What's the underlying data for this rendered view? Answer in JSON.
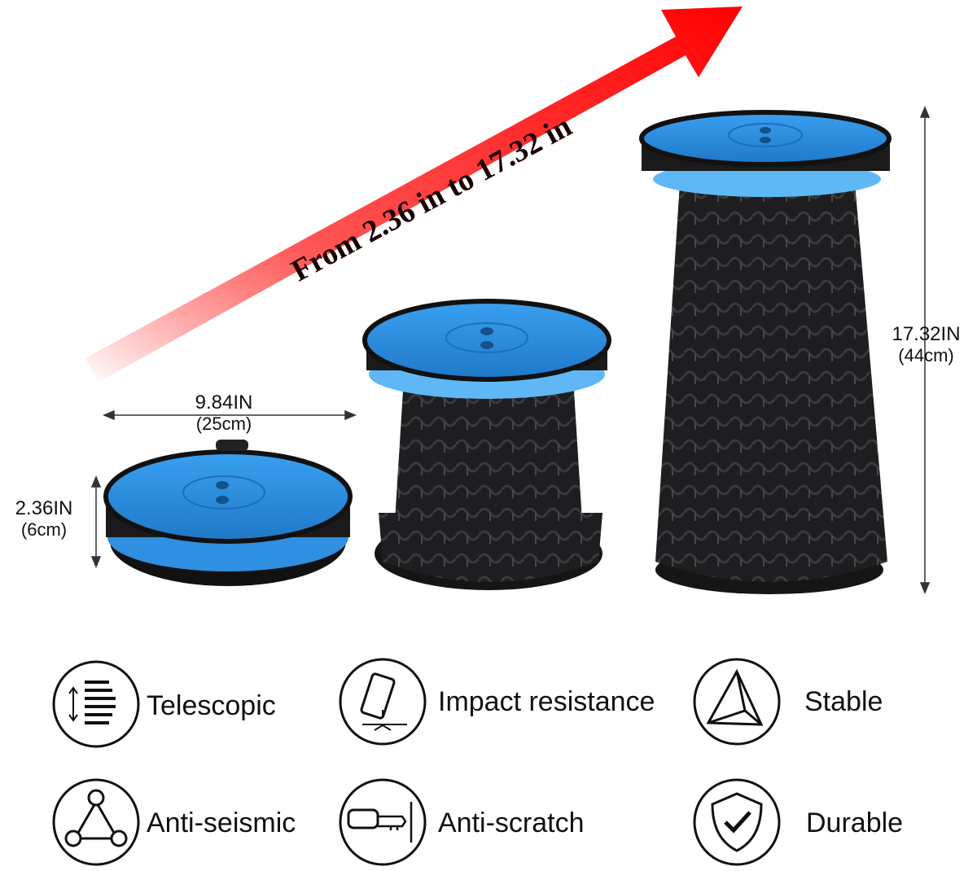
{
  "headline": "From 2.36 in to 17.32 in",
  "dimensions": {
    "width_in": "9.84IN",
    "width_cm": "(25cm)",
    "min_height_in": "2.36IN",
    "min_height_cm": "(6cm)",
    "max_height_in": "17.32IN",
    "max_height_cm": "(44cm)"
  },
  "features": [
    {
      "label": "Telescopic",
      "icon": "telescopic-icon"
    },
    {
      "label": "Impact resistance",
      "icon": "impact-icon"
    },
    {
      "label": "Stable",
      "icon": "pyramid-icon"
    },
    {
      "label": "Anti-seismic",
      "icon": "triangle-nodes-icon"
    },
    {
      "label": "Anti-scratch",
      "icon": "key-scratch-icon"
    },
    {
      "label": "Durable",
      "icon": "shield-check-icon"
    }
  ],
  "colors": {
    "arrow": "#ff0000",
    "seat": "#2f8fe0",
    "body": "#1c1c1e"
  }
}
